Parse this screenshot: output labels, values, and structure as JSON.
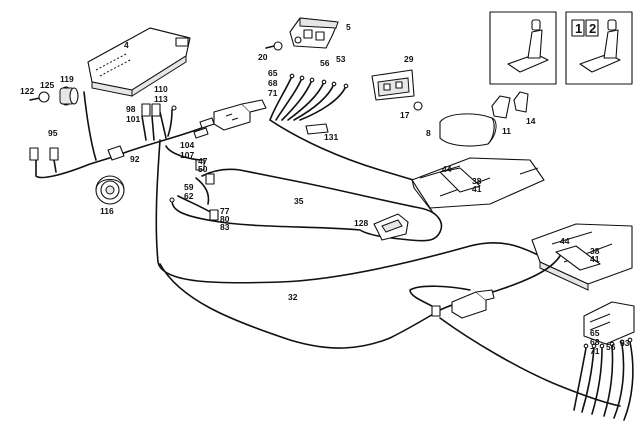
{
  "labels": {
    "l4": "4",
    "l5": "5",
    "l8": "8",
    "l11": "11",
    "l14": "14",
    "l17": "17",
    "l20": "20",
    "l29": "29",
    "l32": "32",
    "l35": "35",
    "l53a": "53",
    "l56a": "56",
    "l65a": "65",
    "l68a": "68",
    "l71a": "71",
    "l92": "92",
    "l95": "95",
    "l98": "98",
    "l101": "101",
    "l104": "104",
    "l107": "107",
    "l110": "110",
    "l113": "113",
    "l116": "116",
    "l119": "119",
    "l122": "122",
    "l125": "125",
    "l128": "128",
    "l131": "131",
    "l47": "47",
    "l50": "50",
    "l59": "59",
    "l62": "62",
    "l77": "77",
    "l80": "80",
    "l83": "83",
    "l44a": "44",
    "l38a": "38",
    "l41a": "41",
    "l44b": "44",
    "l38b": "38",
    "l41b": "41",
    "l65b": "65",
    "l68b": "68",
    "l71b": "71",
    "l56b": "56",
    "l53b": "53"
  },
  "insets": {
    "inset2_num1": "1",
    "inset2_num2": "2"
  }
}
